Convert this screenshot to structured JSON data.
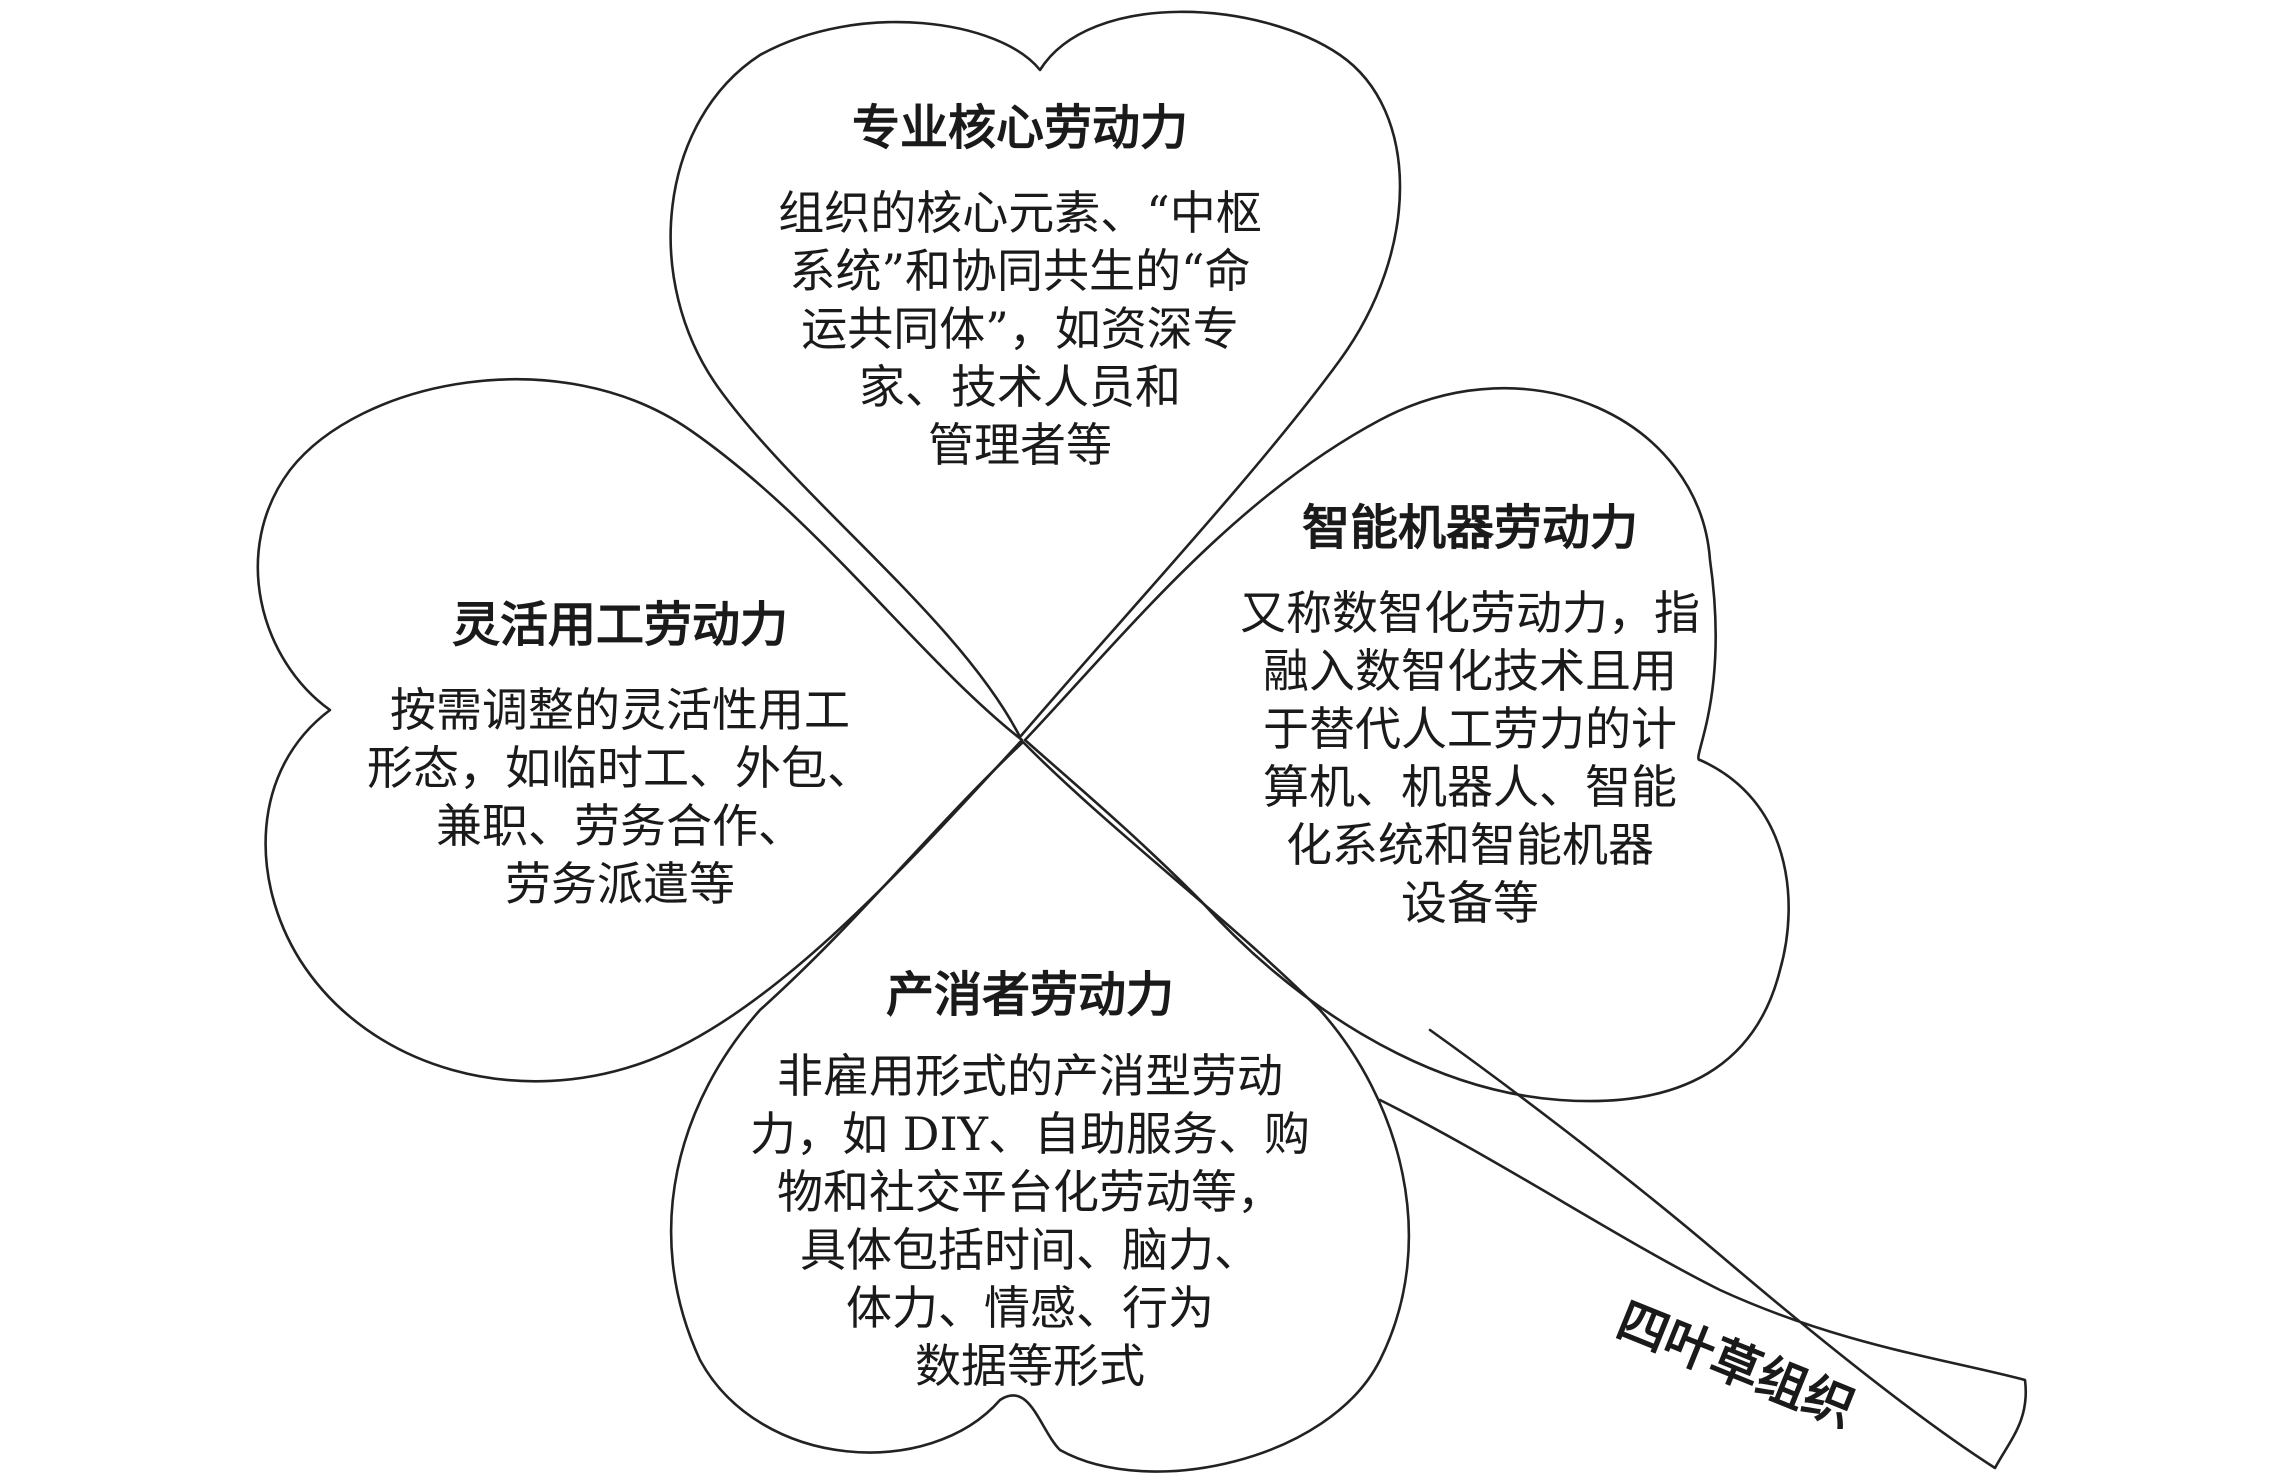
{
  "diagram": {
    "leaves": [
      {
        "id": "top",
        "title": "专业核心劳动力",
        "lines": [
          "组织的核心元素、“中枢",
          "系统”和协同共生的“命",
          "运共同体”，如资深专",
          "家、技术人员和",
          "管理者等"
        ]
      },
      {
        "id": "right",
        "title": "智能机器劳动力",
        "lines": [
          "又称数智化劳动力，指",
          "融入数智化技术且用",
          "于替代人工劳力的计",
          "算机、机器人、智能",
          "化系统和智能机器",
          "设备等"
        ]
      },
      {
        "id": "left",
        "title": "灵活用工劳动力",
        "lines": [
          "按需调整的灵活性用工",
          "形态，如临时工、外包、",
          "兼职、劳务合作、",
          "劳务派遣等"
        ]
      },
      {
        "id": "bottom",
        "title": "产消者劳动力",
        "lines": [
          "非雇用形式的产消型劳动",
          "力，如 DIY、自助服务、购",
          "物和社交平台化劳动等，",
          "具体包括时间、脑力、",
          "体力、情感、行为",
          "数据等形式"
        ]
      }
    ],
    "stem_label": "四叶草组织"
  }
}
